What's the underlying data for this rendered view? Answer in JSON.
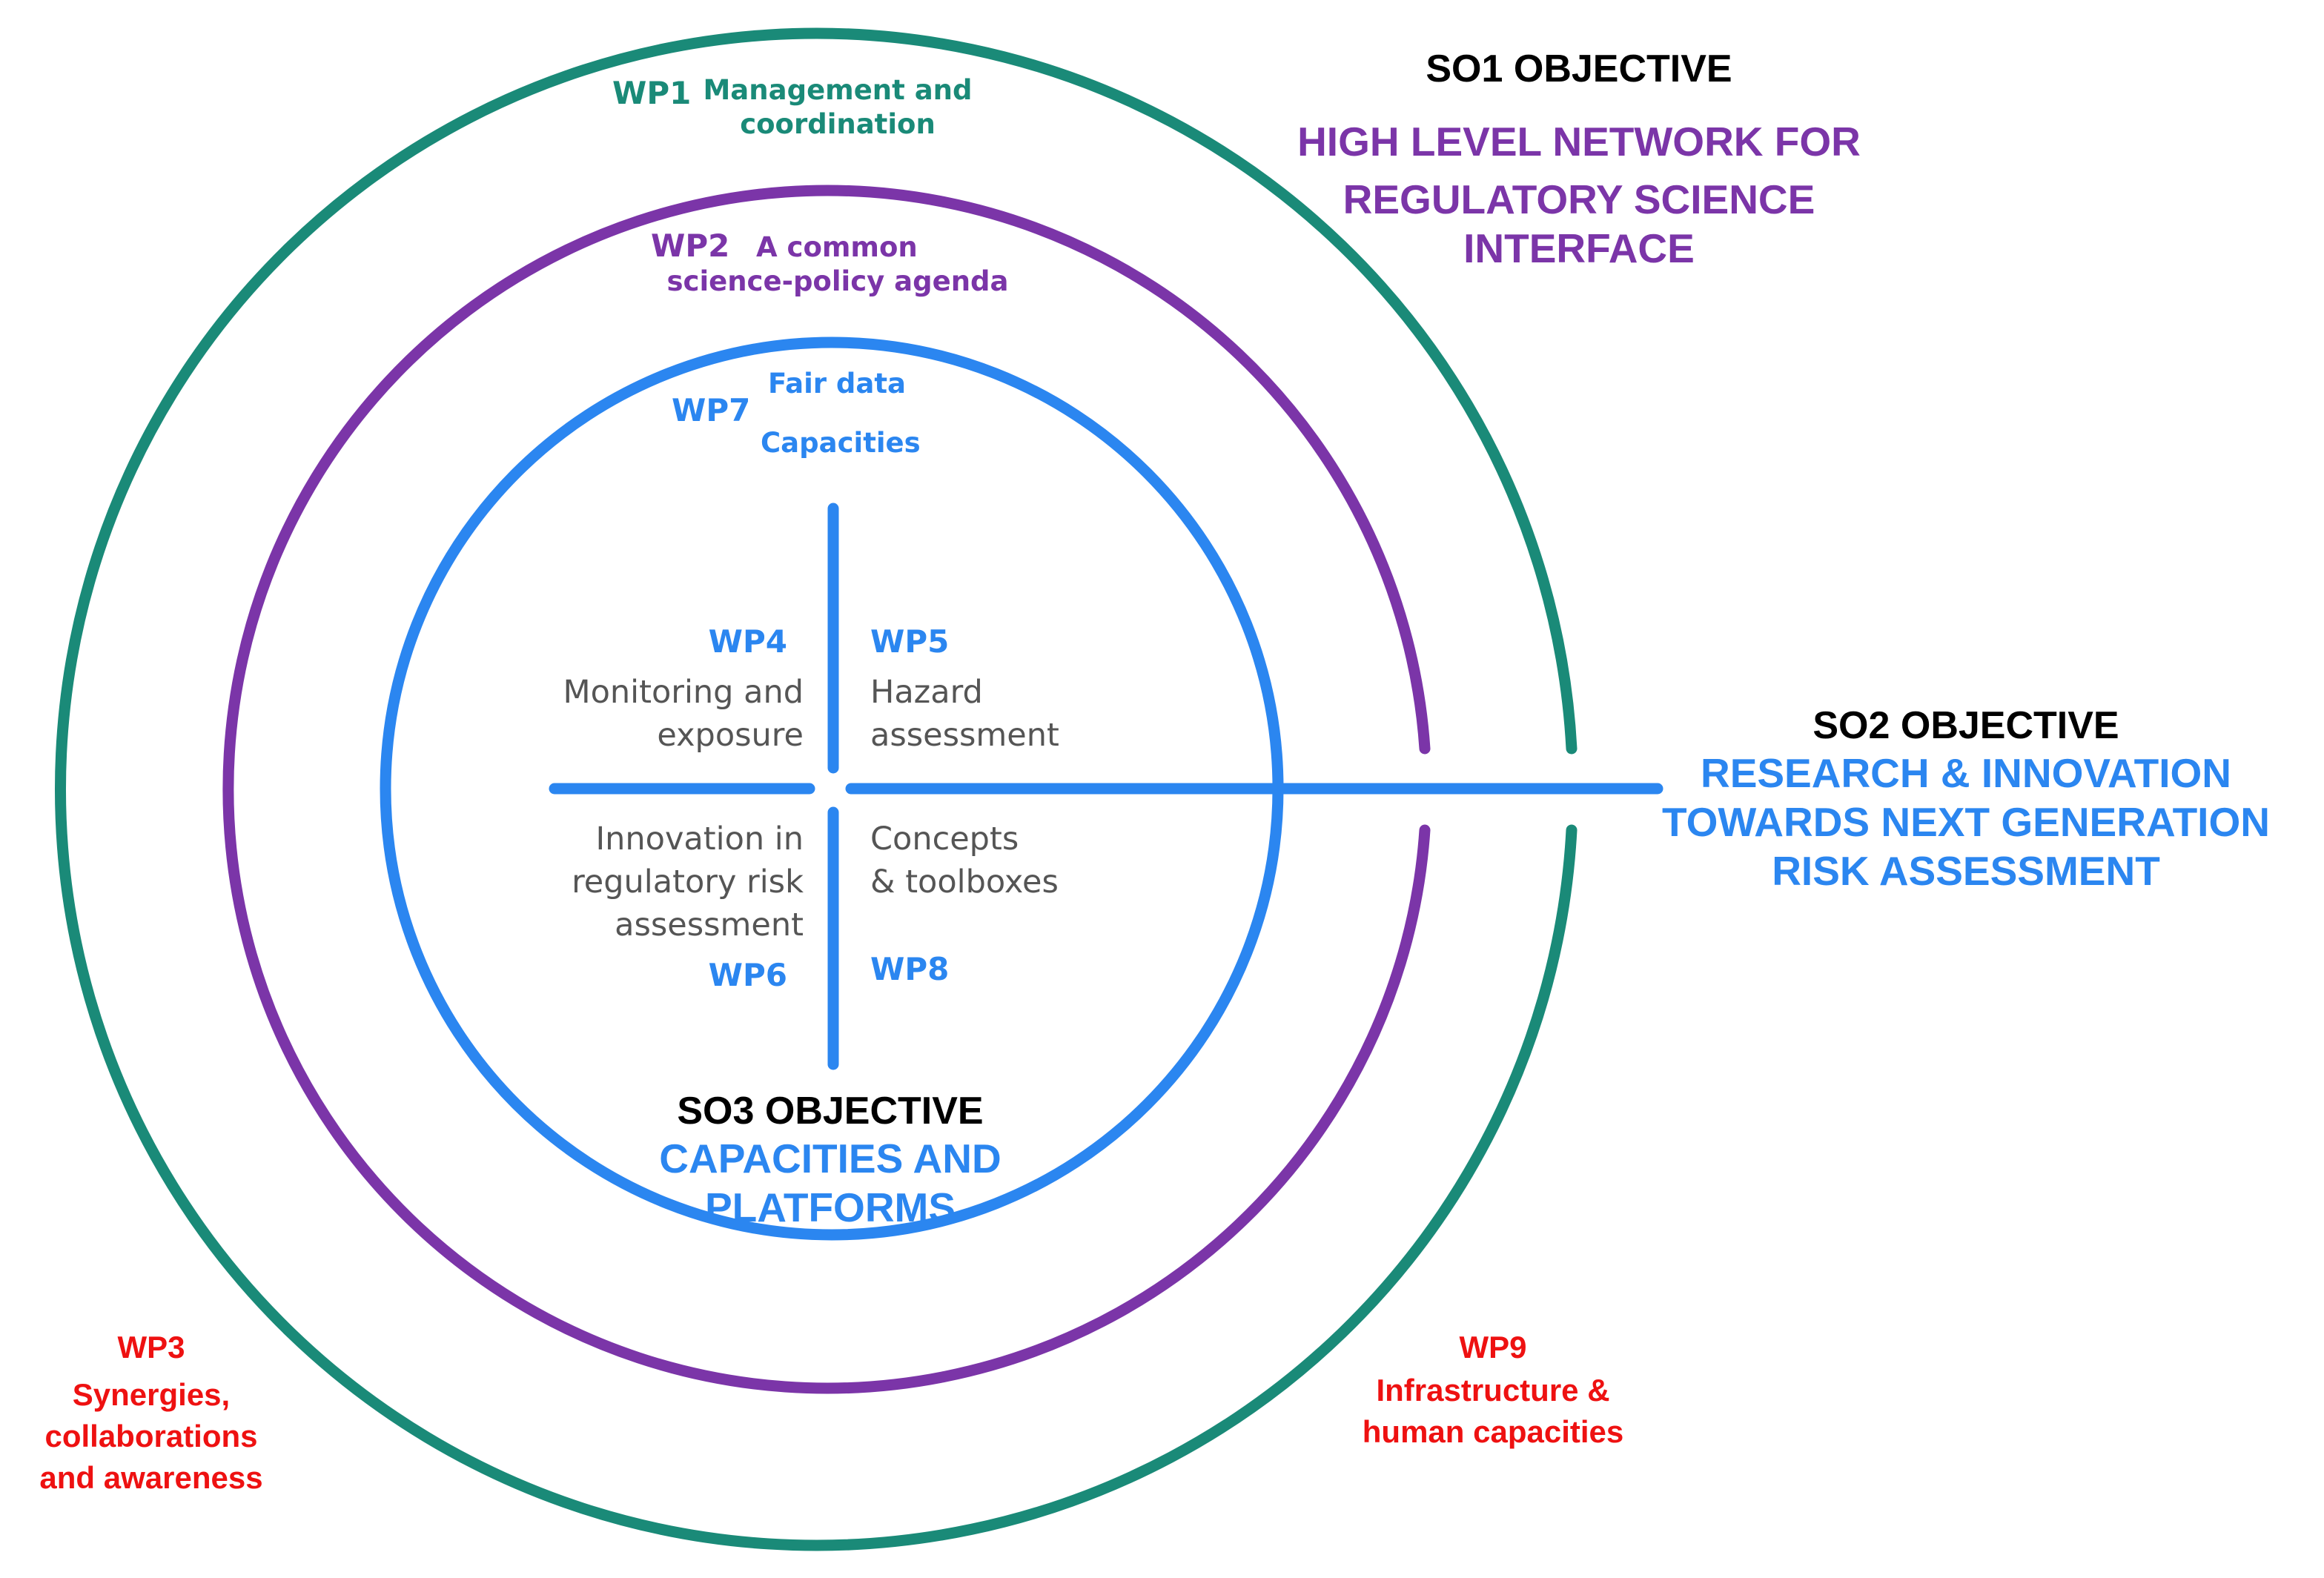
{
  "colors": {
    "wp1": "#1a8a78",
    "wp2": "#7b35a8",
    "inner": "#2b86f0",
    "accent_red": "#ee1111",
    "body_text": "#555555",
    "heading": "#000000"
  },
  "wp1": {
    "code": "WP1",
    "title_line1": "Management and",
    "title_line2": "coordination"
  },
  "wp2": {
    "code": "WP2",
    "title_line1": "A common",
    "title_line2": "science-policy agenda"
  },
  "wp7": {
    "code": "WP7",
    "item1": "Fair data",
    "item2": "Capacities"
  },
  "wp4": {
    "code": "WP4",
    "title_line1": "Monitoring and",
    "title_line2": "exposure"
  },
  "wp5": {
    "code": "WP5",
    "title_line1": "Hazard",
    "title_line2": "assessment"
  },
  "wp6": {
    "code": "WP6",
    "title_line1": "Innovation in",
    "title_line2": "regulatory risk",
    "title_line3": "assessment"
  },
  "wp8": {
    "code": "WP8",
    "title_line1": "Concepts",
    "title_line2": "& toolboxes"
  },
  "wp3": {
    "code": "WP3",
    "title_line1": "Synergies,",
    "title_line2": "collaborations",
    "title_line3": "and awareness"
  },
  "wp9": {
    "code": "WP9",
    "title_line1": "Infrastructure &",
    "title_line2": "human capacities"
  },
  "so1": {
    "heading": "SO1 OBJECTIVE",
    "line1": "HIGH LEVEL NETWORK FOR",
    "line2": "REGULATORY SCIENCE",
    "line3": "INTERFACE"
  },
  "so2": {
    "heading": "SO2 OBJECTIVE",
    "line1": "RESEARCH & INNOVATION",
    "line2": "TOWARDS NEXT GENERATION",
    "line3": "RISK ASSESSMENT"
  },
  "so3": {
    "heading": "SO3 OBJECTIVE",
    "line1": "CAPACITIES AND",
    "line2": "PLATFORMS"
  }
}
